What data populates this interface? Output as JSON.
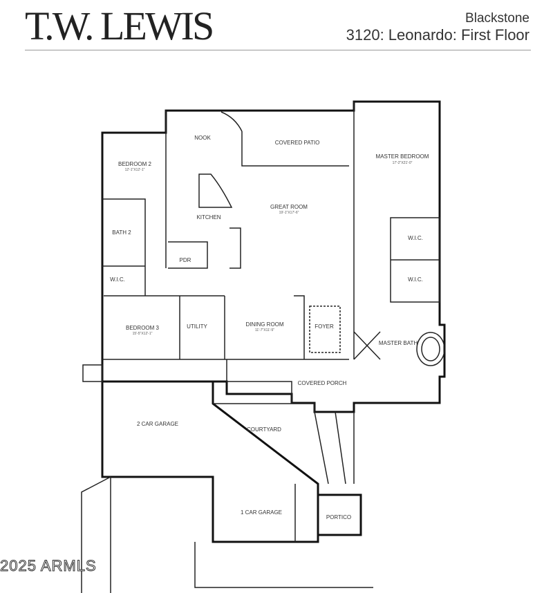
{
  "header": {
    "brand": "T.W. LEWIS",
    "community": "Blackstone",
    "plan_title": "3120: Leonardo: First Floor"
  },
  "rooms": [
    {
      "id": "nook",
      "label": "NOOK",
      "dim": ""
    },
    {
      "id": "covered-patio",
      "label": "COVERED PATIO",
      "dim": ""
    },
    {
      "id": "master-bedroom",
      "label": "MASTER BEDROOM",
      "dim": "17'-2\"X21'-0\""
    },
    {
      "id": "bedroom-2",
      "label": "BEDROOM 2",
      "dim": "12'-1\"X12'-1\""
    },
    {
      "id": "great-room",
      "label": "GREAT ROOM",
      "dim": "19'-1\"X17'-6\""
    },
    {
      "id": "kitchen",
      "label": "KITCHEN",
      "dim": ""
    },
    {
      "id": "bath-2",
      "label": "BATH 2",
      "dim": ""
    },
    {
      "id": "pdr",
      "label": "PDR",
      "dim": ""
    },
    {
      "id": "wic-1",
      "label": "W.I.C.",
      "dim": ""
    },
    {
      "id": "wic-2",
      "label": "W.I.C.",
      "dim": ""
    },
    {
      "id": "wic-3",
      "label": "W.I.C.",
      "dim": ""
    },
    {
      "id": "bedroom-3",
      "label": "BEDROOM 3",
      "dim": "15'-5\"X12'-1\""
    },
    {
      "id": "utility",
      "label": "UTILITY",
      "dim": ""
    },
    {
      "id": "dining-room",
      "label": "DINING ROOM",
      "dim": "11'-7\"X11'-5\""
    },
    {
      "id": "foyer",
      "label": "FOYER",
      "dim": ""
    },
    {
      "id": "master-bath",
      "label": "MASTER BATH",
      "dim": ""
    },
    {
      "id": "covered-porch",
      "label": "COVERED PORCH",
      "dim": ""
    },
    {
      "id": "two-car-garage",
      "label": "2 CAR GARAGE",
      "dim": ""
    },
    {
      "id": "courtyard",
      "label": "COURTYARD",
      "dim": ""
    },
    {
      "id": "one-car-garage",
      "label": "1 CAR GARAGE",
      "dim": ""
    },
    {
      "id": "portico",
      "label": "PORTICO",
      "dim": ""
    }
  ],
  "watermark": "2025 ARMLS"
}
